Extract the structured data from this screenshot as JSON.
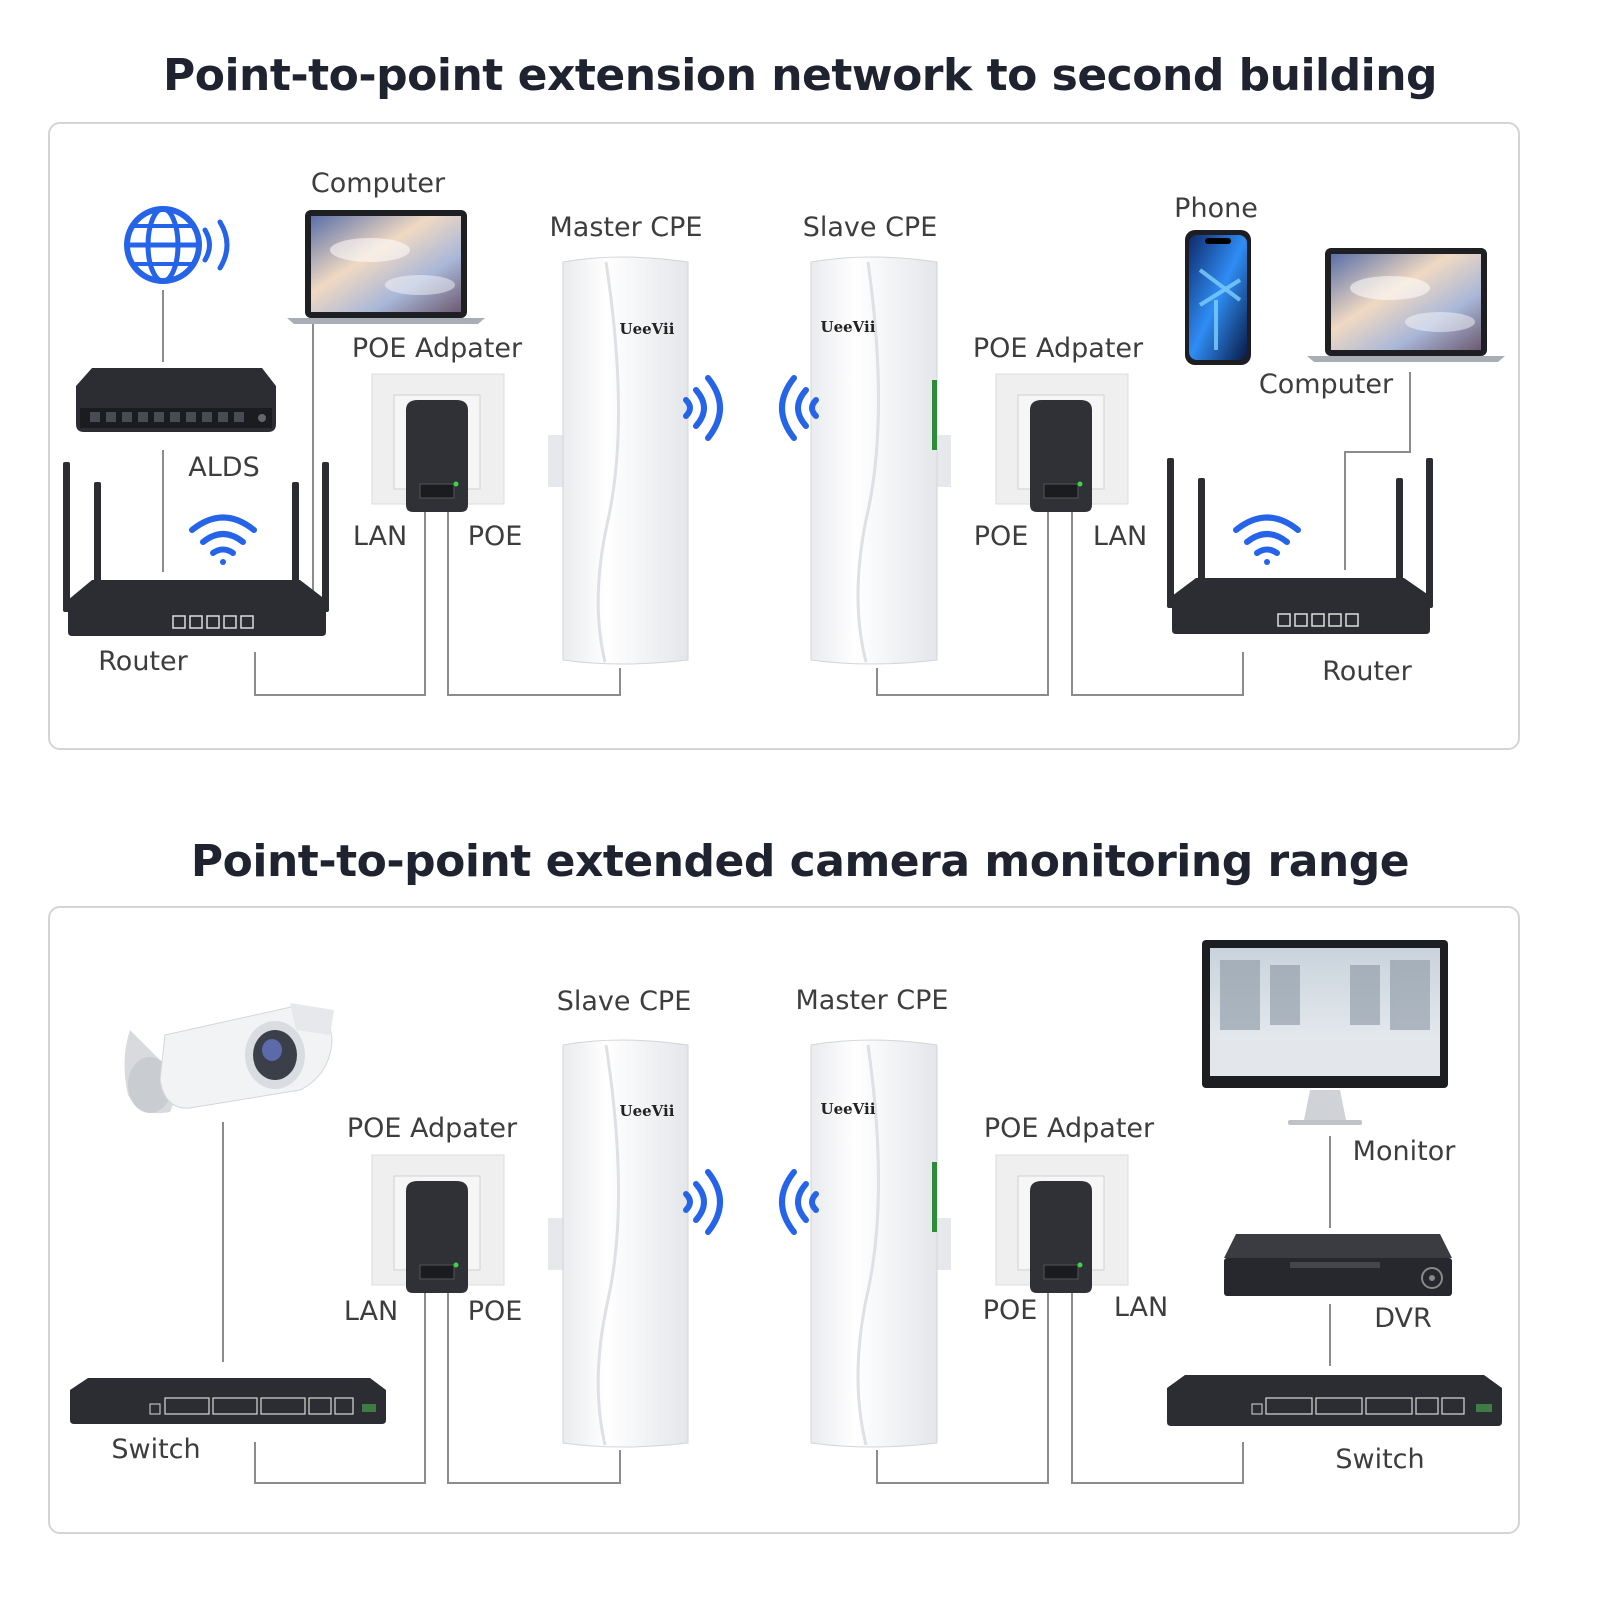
{
  "diagram1": {
    "title": "Point-to-point extension network to second building",
    "labels": {
      "computer_left": "Computer",
      "master_cpe": "Master CPE",
      "slave_cpe": "Slave CPE",
      "phone": "Phone",
      "poe_adapter_left": "POE Adpater",
      "poe_adapter_right": "POE Adpater",
      "computer_right": "Computer",
      "alds": "ALDS",
      "lan_left": "LAN",
      "poe_left": "POE",
      "poe_right": "POE",
      "lan_right": "LAN",
      "router_left": "Router",
      "router_right": "Router"
    }
  },
  "diagram2": {
    "title": "Point-to-point extended camera monitoring range",
    "labels": {
      "slave_cpe": "Slave CPE",
      "master_cpe": "Master CPE",
      "poe_adapter_left": "POE Adpater",
      "poe_adapter_right": "POE Adpater",
      "monitor": "Monitor",
      "lan_left": "LAN",
      "poe_left": "POE",
      "poe_right": "POE",
      "lan_right": "LAN",
      "dvr": "DVR",
      "switch_left": "Switch",
      "switch_right": "Switch"
    }
  },
  "brand": "UeeVii",
  "colors": {
    "wifi_blue": "#2563e8",
    "device_dark": "#2b2d33",
    "cpe_white": "#f7f8fa",
    "line_gray": "#8c8c8c",
    "title_dark": "#1f2330"
  }
}
